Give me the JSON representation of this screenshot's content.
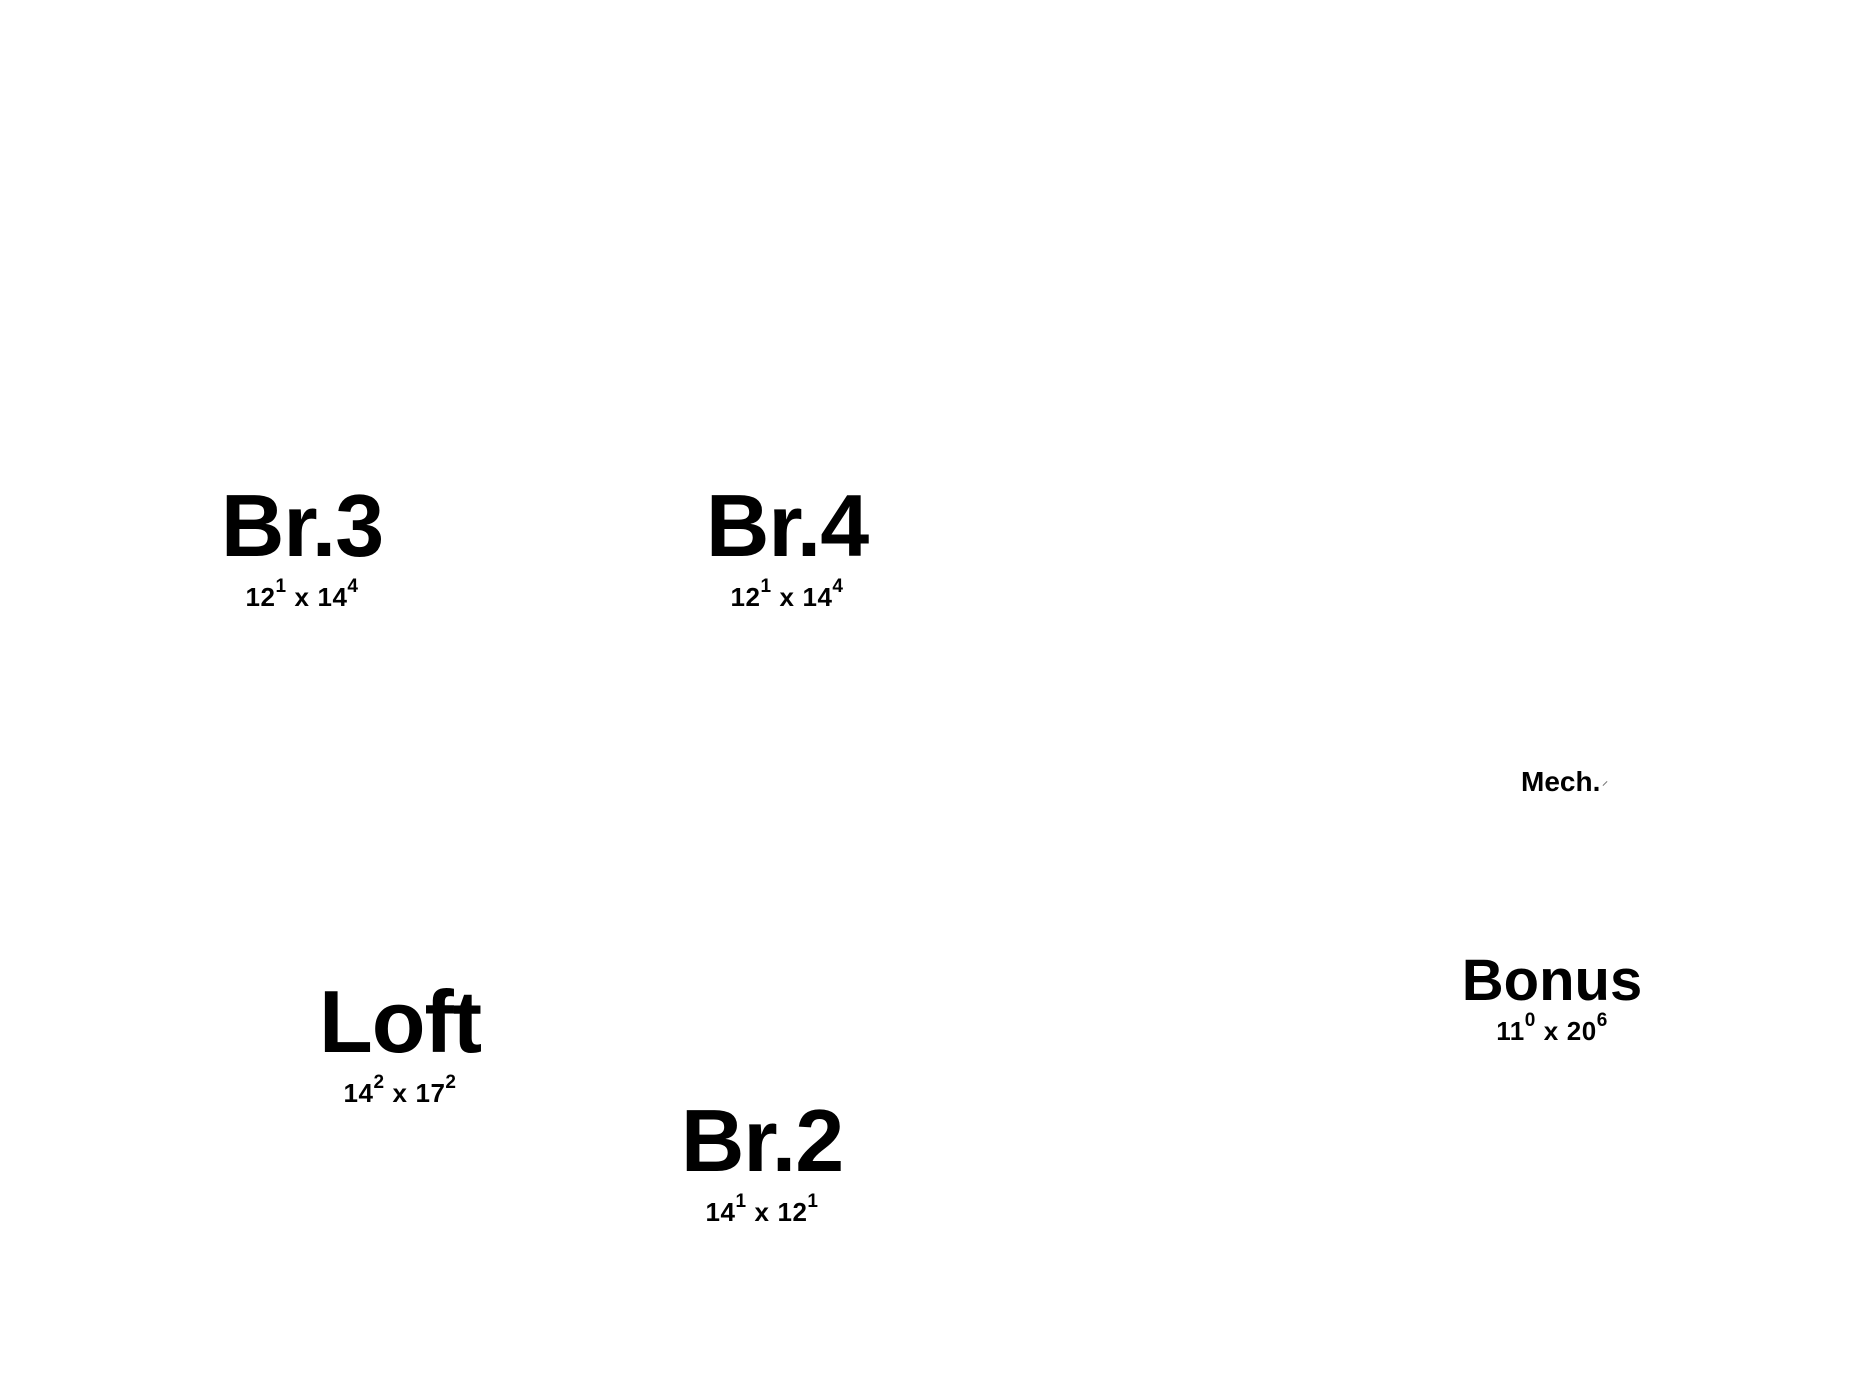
{
  "rooms": {
    "br3": {
      "name": "Br.3",
      "w": "12",
      "w_in": "1",
      "sep": "x",
      "l": "14",
      "l_in": "4"
    },
    "br4": {
      "name": "Br.4",
      "w": "12",
      "w_in": "1",
      "sep": "x",
      "l": "14",
      "l_in": "4"
    },
    "loft": {
      "name": "Loft",
      "w": "14",
      "w_in": "2",
      "sep": "x",
      "l": "17",
      "l_in": "2"
    },
    "br2": {
      "name": "Br.2",
      "w": "14",
      "w_in": "1",
      "sep": "x",
      "l": "12",
      "l_in": "1"
    },
    "bonus": {
      "name": "Bonus",
      "w": "11",
      "w_in": "0",
      "sep": "x",
      "l": "20",
      "l_in": "6"
    },
    "mech": {
      "name": "Mech."
    }
  },
  "colors": {
    "background": "#ffffff",
    "text": "#000000"
  }
}
